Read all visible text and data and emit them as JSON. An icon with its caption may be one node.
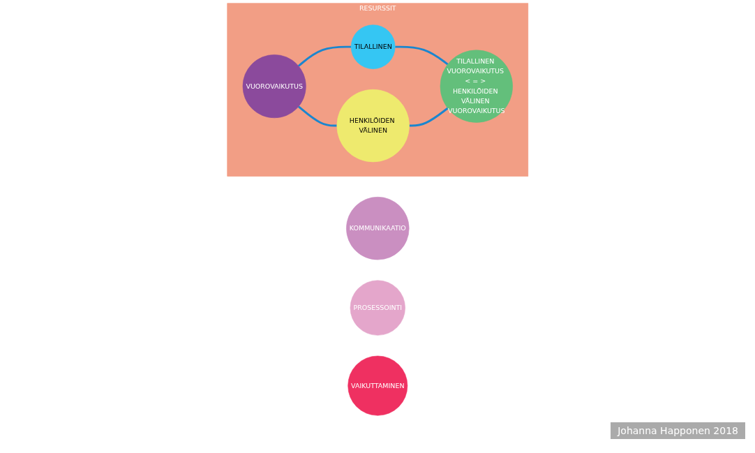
{
  "diagram": {
    "nodes": [
      {
        "text": [
          "RESURSSIT"
        ]
      },
      {
        "text": [
          "TILALLINEN"
        ],
        "in": 0
      },
      {
        "text": [
          "VUOROVAIKUTUS"
        ],
        "in": 0
      },
      {
        "text": [
          "TILALLINEN VUOROVAIKUTUS < = > HENKILÖIDEN VÄLINEN VUOROVAIKUTUS"
        ],
        "in": 0
      },
      {
        "text": [
          "HENKILÖIDEN VÄLINEN"
        ],
        "in": 0
      },
      {
        "text": [
          "KOMMUNIKAATIO"
        ]
      },
      {
        "text": [
          "PROSESSOINTI"
        ]
      },
      {
        "text": [
          "VAIKUTTAMINEN"
        ]
      }
    ],
    "edges": [
      {
        "from": 2,
        "to": 1,
        "arrow": "none"
      },
      {
        "from": 1,
        "to": 3,
        "arrow": "none"
      },
      {
        "from": 2,
        "to": 4,
        "arrow": "none"
      },
      {
        "from": 4,
        "to": 3,
        "arrow": "none"
      }
    ],
    "labels": [
      "Johanna Happonen 2018"
    ]
  }
}
